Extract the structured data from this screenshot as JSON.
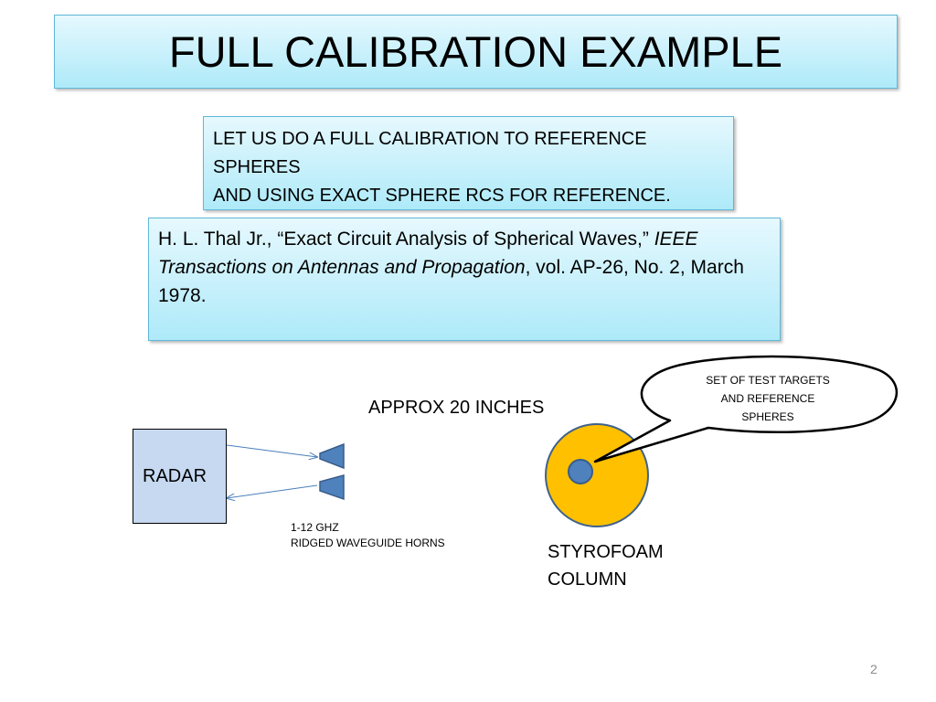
{
  "slide": {
    "title": "FULL CALIBRATION EXAMPLE",
    "intro_lines": [
      "LET US DO A FULL CALIBRATION TO REFERENCE",
      "SPHERES",
      "AND USING EXACT SPHERE RCS FOR REFERENCE."
    ],
    "reference": {
      "author": "H. L. Thal Jr., “Exact Circuit Analysis of Spherical Waves,” ",
      "journal": "IEEE Transactions on Antennas and Propagation",
      "details": ", vol. AP-26, No. 2, March 1978."
    },
    "page_number": "2"
  },
  "diagram": {
    "radar_label": "RADAR",
    "distance_label": "APPROX 20 INCHES",
    "horn_lines": [
      "1-12 GHZ",
      "RIDGED WAVEGUIDE HORNS"
    ],
    "column_lines": [
      "STYROFOAM",
      "COLUMN"
    ],
    "callout_lines": [
      "SET OF TEST TARGETS",
      "AND REFERENCE",
      "SPHERES"
    ],
    "colors": {
      "radar_fill": "#c6d9f1",
      "horn_fill": "#4f81bd",
      "column_fill": "#ffc000",
      "sphere_fill": "#4f81bd",
      "title_fill": "#aeeaf9"
    }
  }
}
